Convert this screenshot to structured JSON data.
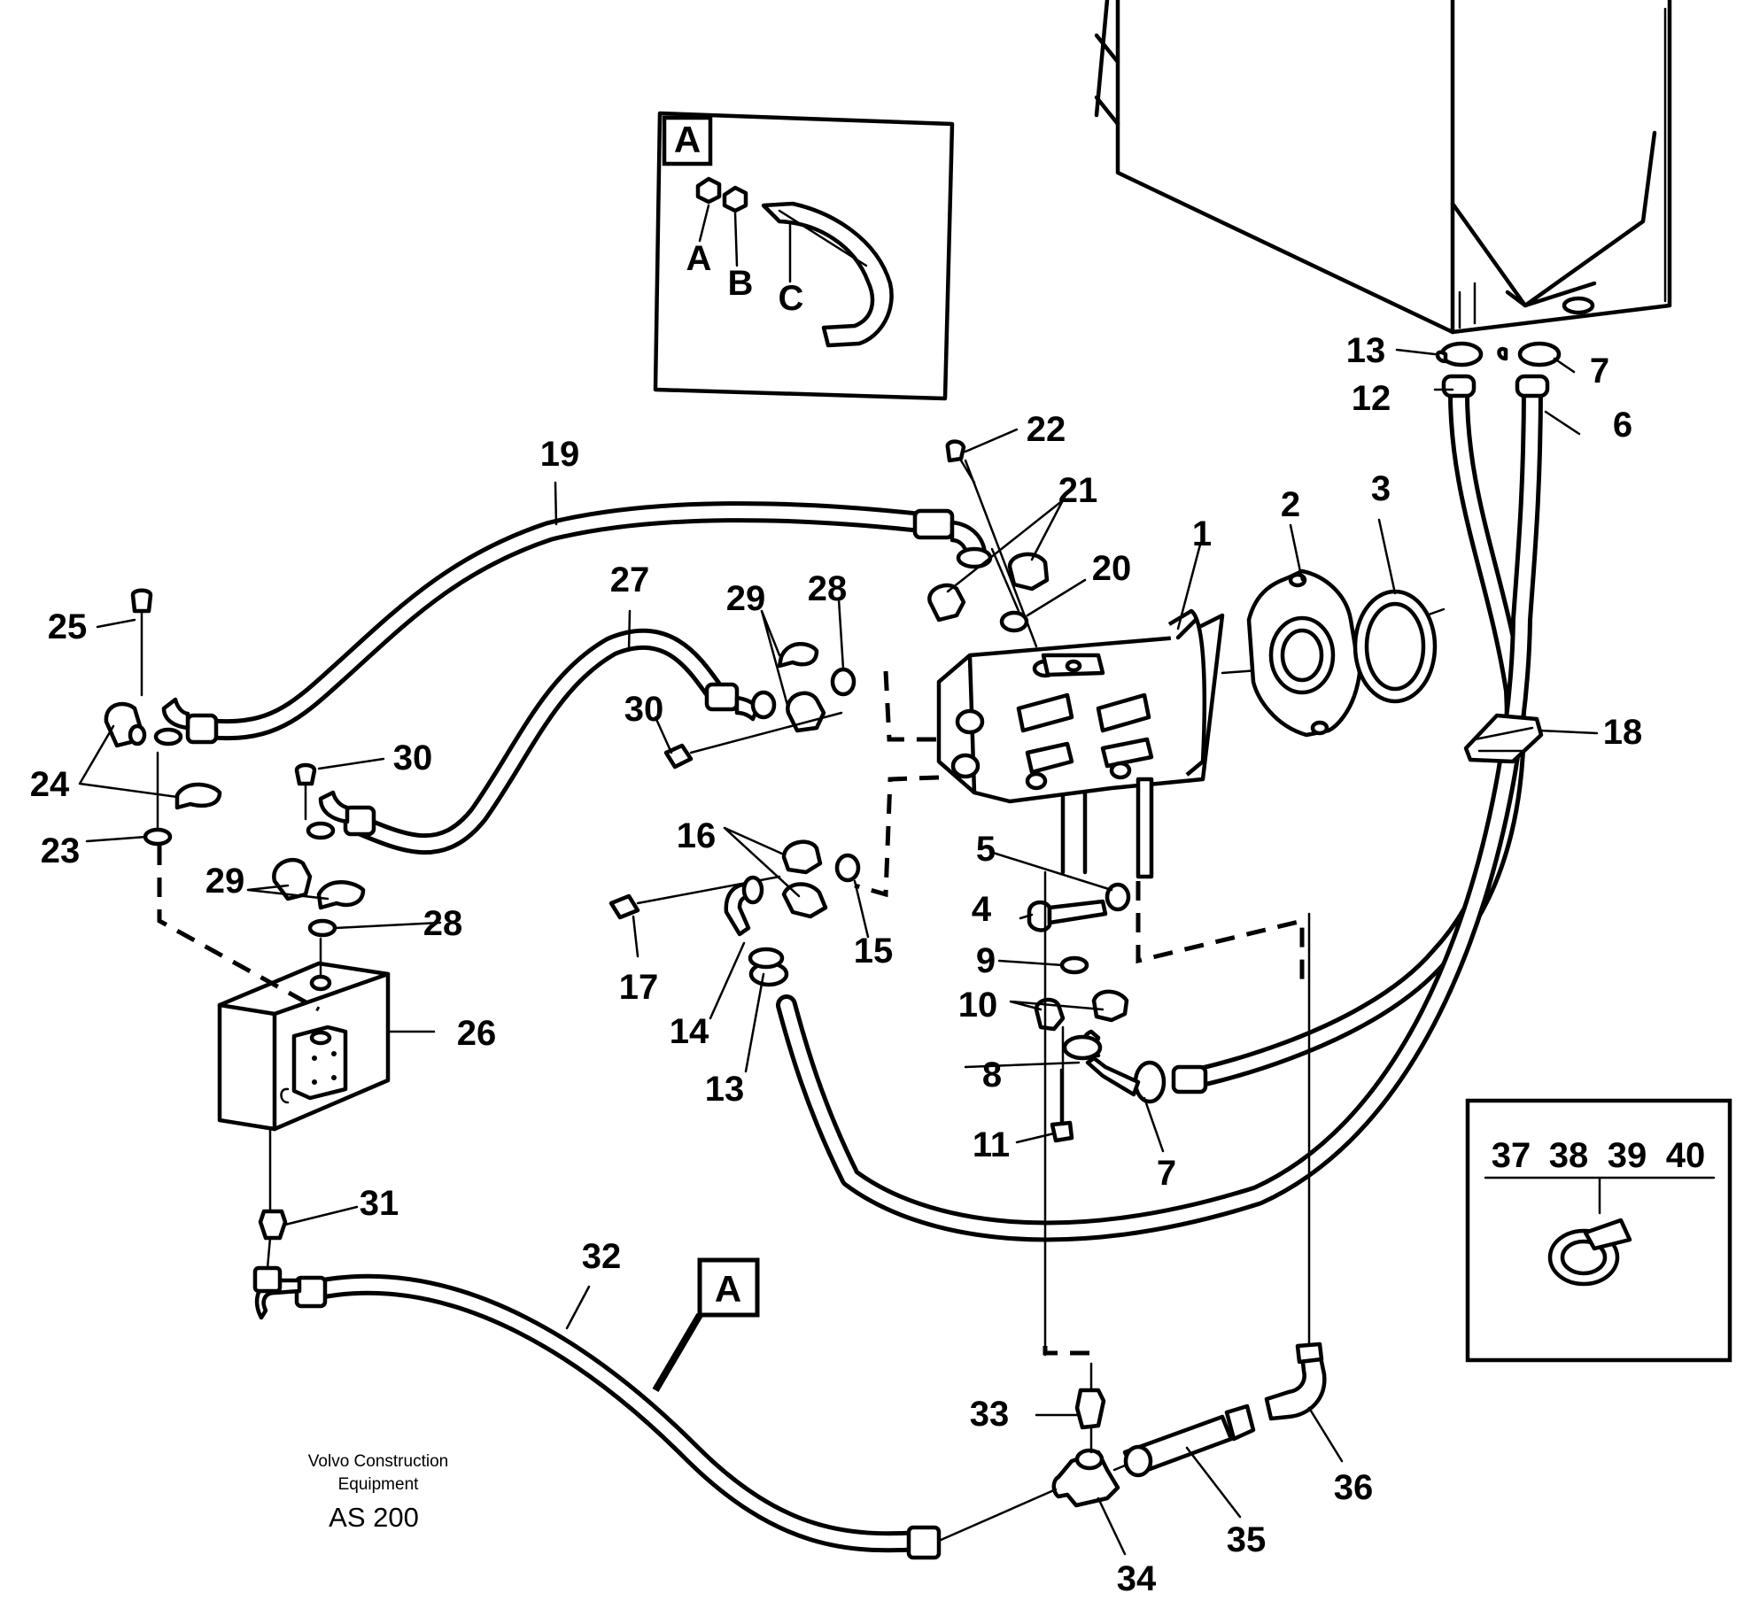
{
  "brand": {
    "line1": "Volvo Construction",
    "line2": "Equipment",
    "model": "AS 200"
  },
  "detail_box_a": {
    "title": "A",
    "items": [
      "A",
      "B",
      "C"
    ]
  },
  "detail_box_clamp": {
    "labels": [
      "37",
      "38",
      "39",
      "40"
    ]
  },
  "flag_a": "A",
  "callouts": {
    "c1": "1",
    "c2": "2",
    "c3": "3",
    "c4": "4",
    "c5": "5",
    "c6": "6",
    "c7a": "7",
    "c7b": "7",
    "c8": "8",
    "c9": "9",
    "c10": "10",
    "c11": "11",
    "c12": "12",
    "c13a": "13",
    "c13b": "13",
    "c14": "14",
    "c15": "15",
    "c16": "16",
    "c17": "17",
    "c18": "18",
    "c19": "19",
    "c20": "20",
    "c21": "21",
    "c22": "22",
    "c23": "23",
    "c24": "24",
    "c25": "25",
    "c26": "26",
    "c27": "27",
    "c28a": "28",
    "c28b": "28",
    "c29a": "29",
    "c29b": "29",
    "c30a": "30",
    "c30b": "30",
    "c31": "31",
    "c32": "32",
    "c33": "33",
    "c34": "34",
    "c35": "35",
    "c36": "36"
  }
}
